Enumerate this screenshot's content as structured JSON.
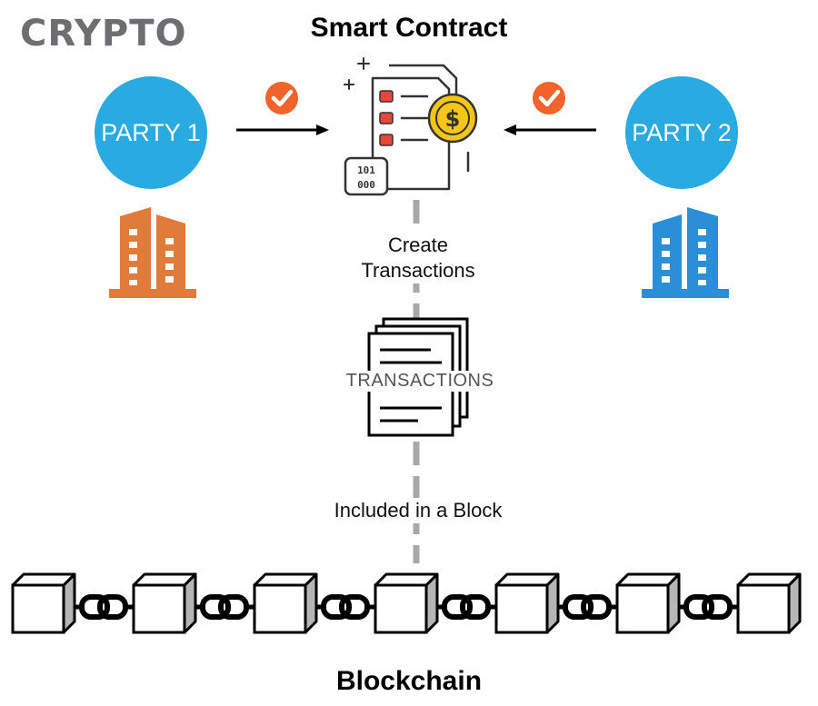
{
  "brand": {
    "logo_text": "CRYPTO"
  },
  "diagram": {
    "title": "Smart Contract",
    "party1": {
      "label": "PARTY 1",
      "building_color": "#e07b39"
    },
    "party2": {
      "label": "PARTY 2",
      "building_color": "#2a8fd6"
    },
    "step1_label_line1": "Create",
    "step1_label_line2": "Transactions",
    "transactions_label": "TRANSACTIONS",
    "step2_label": "Included in a Block",
    "footer_title": "Blockchain",
    "block_count": 7,
    "colors": {
      "party_circle": "#29abe2",
      "check_badge": "#f0632a",
      "contract_red": "#e8453c",
      "coin": "#f5c518",
      "connector": "#a8a8a8"
    }
  }
}
